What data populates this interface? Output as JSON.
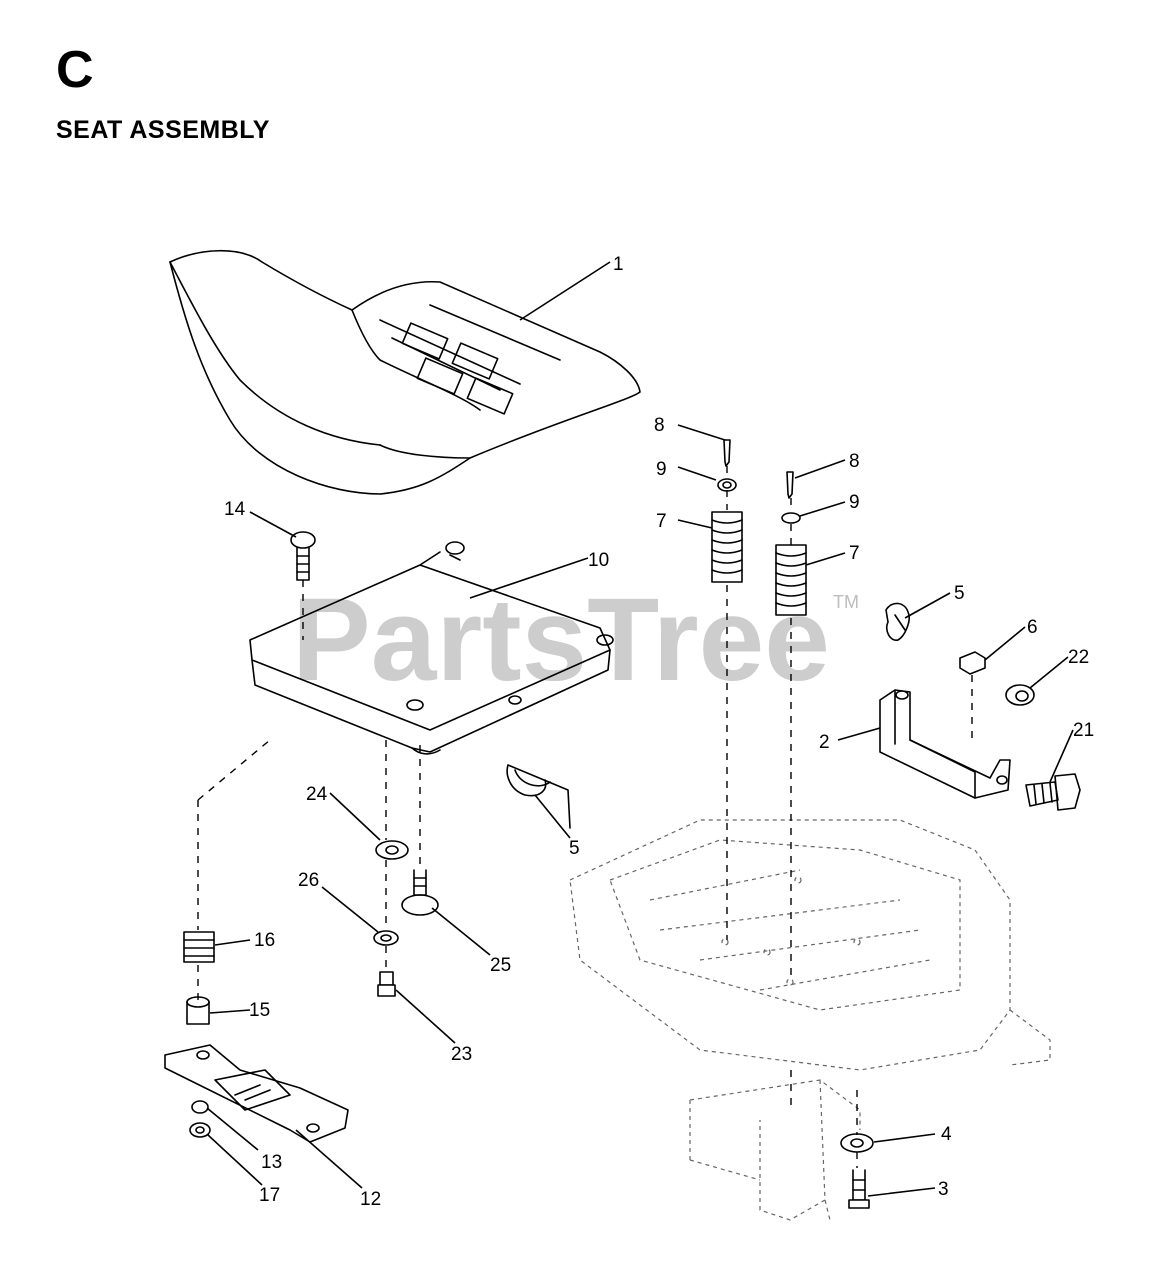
{
  "header": {
    "section_letter": "C",
    "section_title": "SEAT ASSEMBLY"
  },
  "watermark": {
    "text": "PartsTree",
    "trademark": "TM"
  },
  "callouts": [
    {
      "id": "c1",
      "label": "1"
    },
    {
      "id": "c8a",
      "label": "8"
    },
    {
      "id": "c9a",
      "label": "9"
    },
    {
      "id": "c7a",
      "label": "7"
    },
    {
      "id": "c8b",
      "label": "8"
    },
    {
      "id": "c9b",
      "label": "9"
    },
    {
      "id": "c7b",
      "label": "7"
    },
    {
      "id": "c14",
      "label": "14"
    },
    {
      "id": "c10",
      "label": "10"
    },
    {
      "id": "c5a",
      "label": "5"
    },
    {
      "id": "c6",
      "label": "6"
    },
    {
      "id": "c22",
      "label": "22"
    },
    {
      "id": "c2",
      "label": "2"
    },
    {
      "id": "c21",
      "label": "21"
    },
    {
      "id": "c24",
      "label": "24"
    },
    {
      "id": "c5b",
      "label": "5"
    },
    {
      "id": "c26",
      "label": "26"
    },
    {
      "id": "c25",
      "label": "25"
    },
    {
      "id": "c16",
      "label": "16"
    },
    {
      "id": "c15",
      "label": "15"
    },
    {
      "id": "c23",
      "label": "23"
    },
    {
      "id": "c13",
      "label": "13"
    },
    {
      "id": "c17",
      "label": "17"
    },
    {
      "id": "c12",
      "label": "12"
    },
    {
      "id": "c4",
      "label": "4"
    },
    {
      "id": "c3",
      "label": "3"
    }
  ]
}
